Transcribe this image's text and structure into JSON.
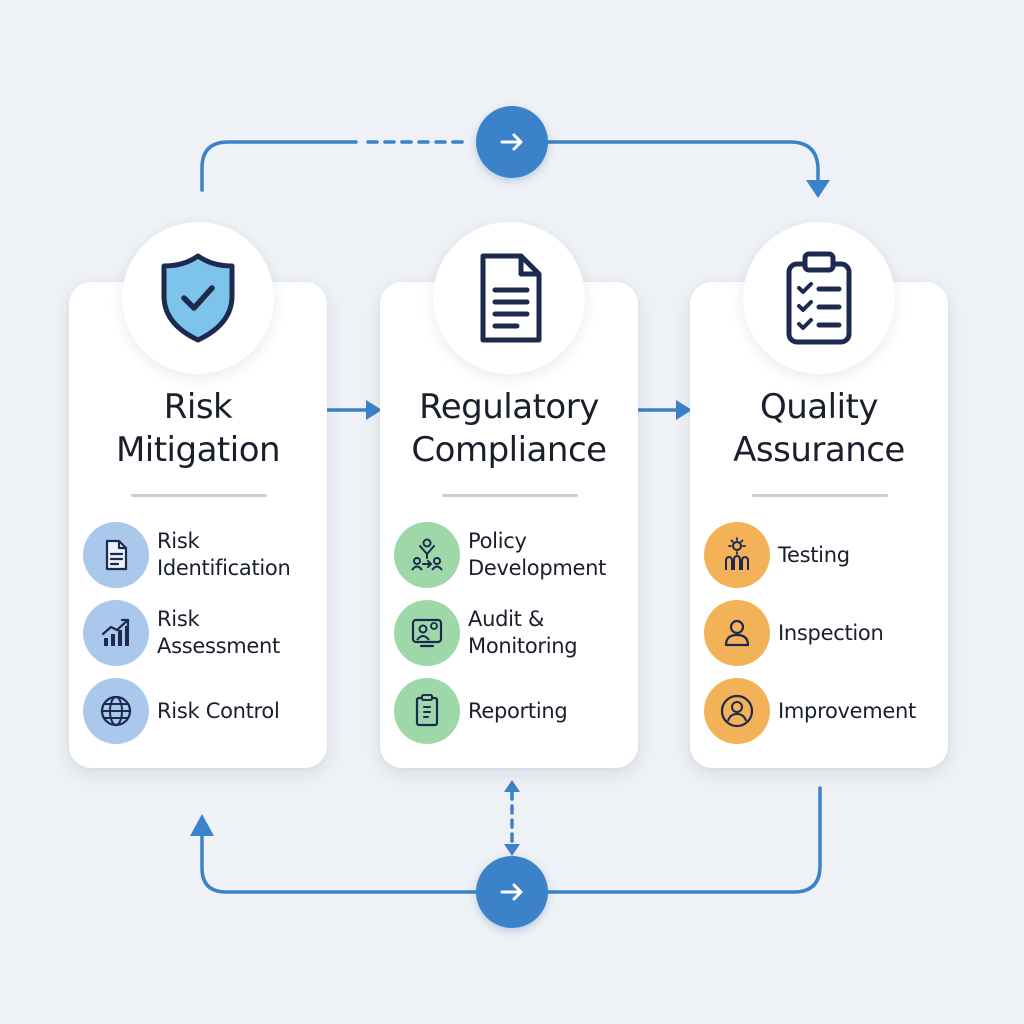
{
  "colors": {
    "accent_blue": "#3b82c9",
    "risk_icon_bg": "#a9c8ec",
    "compliance_icon_bg": "#9fd8a8",
    "quality_icon_bg": "#f3b257",
    "icon_stroke": "#1b2a4e",
    "background": "#eef1f5"
  },
  "stages": [
    {
      "title": "Risk\nMitigation",
      "header_icon": "shield-check-icon",
      "items": [
        {
          "label": "Risk\nIdentification",
          "icon": "document-icon"
        },
        {
          "label": "Risk\nAssessment",
          "icon": "trend-chart-icon"
        },
        {
          "label": "Risk Control",
          "icon": "globe-icon"
        }
      ]
    },
    {
      "title": "Regulatory\nCompliance",
      "header_icon": "document-lines-icon",
      "items": [
        {
          "label": "Policy\nDevelopment",
          "icon": "team-network-icon"
        },
        {
          "label": "Audit &\nMonitoring",
          "icon": "monitor-person-icon"
        },
        {
          "label": "Reporting",
          "icon": "clipboard-report-icon"
        }
      ]
    },
    {
      "title": "Quality\nAssurance",
      "header_icon": "clipboard-checklist-icon",
      "items": [
        {
          "label": "Testing",
          "icon": "testing-team-icon"
        },
        {
          "label": "Inspection",
          "icon": "person-icon"
        },
        {
          "label": "Improvement",
          "icon": "person-circle-icon"
        }
      ]
    }
  ]
}
